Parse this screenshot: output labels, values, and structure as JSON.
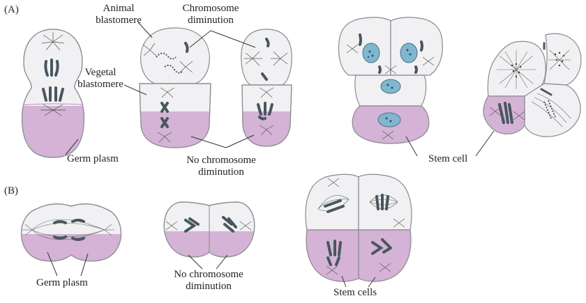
{
  "panels": {
    "a": "(A)",
    "b": "(B)"
  },
  "labels": {
    "animal_blastomere_1": "Animal",
    "animal_blastomere_2": "blastomere",
    "chromosome_diminution_1": "Chromosome",
    "chromosome_diminution_2": "diminution",
    "vegetal_blastomere_1": "Vegetal",
    "vegetal_blastomere_2": "blastomere",
    "germ_plasm_a": "Germ plasm",
    "no_diminution_a_1": "No chromosome",
    "no_diminution_a_2": "diminution",
    "stem_cell": "Stem cell",
    "germ_plasm_b": "Germ plasm",
    "no_diminution_b_1": "No chromosome",
    "no_diminution_b_2": "diminution",
    "stem_cells": "Stem cells"
  },
  "colors": {
    "cell_fill": "#f1f1f3",
    "cell_stroke": "#8a8a8f",
    "germ_plasm": "#d4b3d6",
    "chromosome": "#48575f",
    "nucleus": "#7fb7cf",
    "label_line": "#333333"
  }
}
